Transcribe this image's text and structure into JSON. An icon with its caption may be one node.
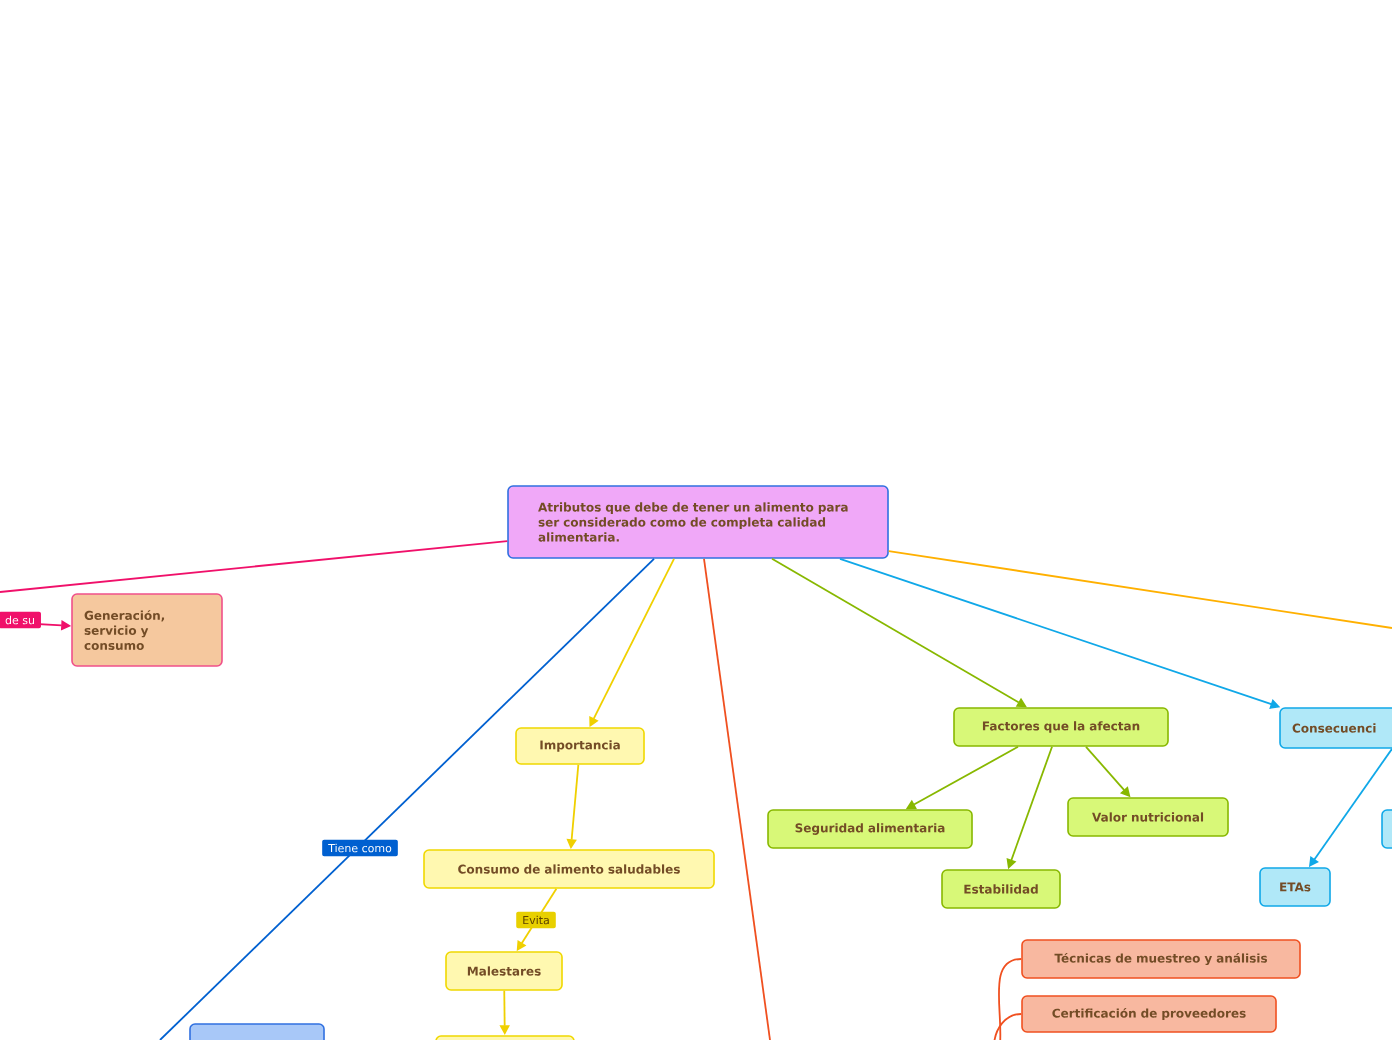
{
  "diagram": {
    "nodes": [
      {
        "text": [
          "Atributos que debe de tener un alimento para ser considerado como de completa calidad alimentaria."
        ]
      },
      {
        "text": [
          "Generación, servicio y consumo"
        ]
      },
      {
        "text": [
          "Importancia"
        ]
      },
      {
        "text": [
          "Consumo de alimento saludables"
        ]
      },
      {
        "text": [
          "Malestares"
        ]
      },
      {
        "text": [],
        "shape": "box"
      },
      {
        "text": [
          "Factores que la afectan"
        ]
      },
      {
        "text": [
          "Seguridad alimentaria"
        ]
      },
      {
        "text": [
          "Valor nutricional"
        ]
      },
      {
        "text": [
          "Estabilidad"
        ]
      },
      {
        "text": [
          "Consecuenci"
        ]
      },
      {
        "text": [
          "ETAs"
        ]
      },
      {
        "text": [],
        "shape": "box"
      },
      {
        "text": [
          "Técnicas de muestreo y análisis"
        ]
      },
      {
        "text": [
          "Certificación de proveedores"
        ]
      },
      {
        "text": [],
        "shape": "box"
      }
    ],
    "edges": [
      {
        "from": 0,
        "to": null,
        "arrow": "none",
        "color": "#f0106a"
      },
      {
        "from": null,
        "to": 1,
        "arrow": "to",
        "label": "de su",
        "color": "#f0106a"
      },
      {
        "from": 0,
        "to": 2,
        "arrow": "to",
        "color": "#f0d000"
      },
      {
        "from": 2,
        "to": 3,
        "arrow": "to",
        "color": "#f0d000"
      },
      {
        "from": 3,
        "to": 4,
        "arrow": "to",
        "label": "Evita",
        "color": "#f0d000"
      },
      {
        "from": 4,
        "to": 5,
        "arrow": "to",
        "color": "#f0d000"
      },
      {
        "from": 0,
        "to": 6,
        "arrow": "to",
        "color": "#88b800"
      },
      {
        "from": 6,
        "to": 7,
        "arrow": "to",
        "color": "#88b800"
      },
      {
        "from": 6,
        "to": 9,
        "arrow": "to",
        "color": "#88b800"
      },
      {
        "from": 6,
        "to": 8,
        "arrow": "to",
        "color": "#88b800"
      },
      {
        "from": 0,
        "to": 10,
        "arrow": "to",
        "color": "#10a8e8"
      },
      {
        "from": 10,
        "to": 11,
        "arrow": "to",
        "color": "#10a8e8"
      },
      {
        "from": 0,
        "to": null,
        "arrow": "none",
        "color": "#ffb000"
      },
      {
        "from": 0,
        "to": null,
        "arrow": "none",
        "label": "Tiene como",
        "color": "#0060d0"
      },
      {
        "from": 0,
        "to": null,
        "arrow": "none",
        "color": "#f05020"
      },
      {
        "from": null,
        "to": 13,
        "arrow": "none",
        "color": "#f05020"
      },
      {
        "from": null,
        "to": 14,
        "arrow": "none",
        "color": "#f05020"
      }
    ]
  }
}
